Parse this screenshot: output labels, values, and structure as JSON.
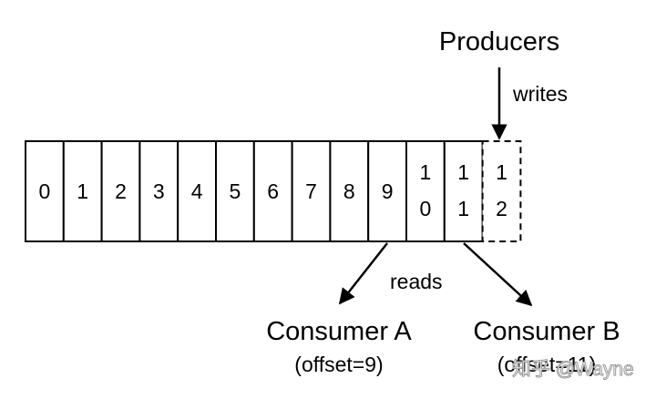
{
  "producers": {
    "title": "Producers",
    "action": "writes"
  },
  "log": {
    "cells": [
      {
        "lines": [
          "0"
        ],
        "pending": false
      },
      {
        "lines": [
          "1"
        ],
        "pending": false
      },
      {
        "lines": [
          "2"
        ],
        "pending": false
      },
      {
        "lines": [
          "3"
        ],
        "pending": false
      },
      {
        "lines": [
          "4"
        ],
        "pending": false
      },
      {
        "lines": [
          "5"
        ],
        "pending": false
      },
      {
        "lines": [
          "6"
        ],
        "pending": false
      },
      {
        "lines": [
          "7"
        ],
        "pending": false
      },
      {
        "lines": [
          "8"
        ],
        "pending": false
      },
      {
        "lines": [
          "9"
        ],
        "pending": false
      },
      {
        "lines": [
          "1",
          "0"
        ],
        "pending": false
      },
      {
        "lines": [
          "1",
          "1"
        ],
        "pending": false
      },
      {
        "lines": [
          "1",
          "2"
        ],
        "pending": true
      }
    ]
  },
  "consumers": {
    "action": "reads",
    "a": {
      "name": "Consumer A",
      "offset": "(offset=9)",
      "reads_cell": 9
    },
    "b": {
      "name": "Consumer B",
      "offset": "(offset=11)",
      "reads_cell": 11
    }
  },
  "watermark": "知乎 @Wayne"
}
